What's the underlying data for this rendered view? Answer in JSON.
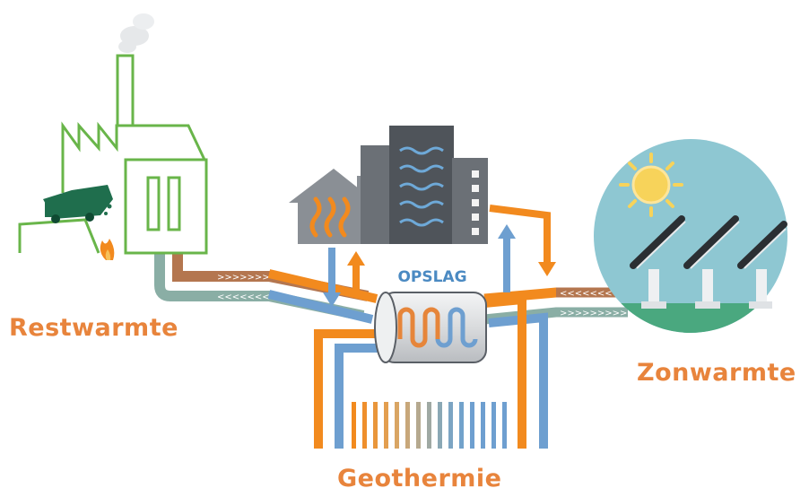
{
  "labels": {
    "restwarmte": "Restwarmte",
    "zonwarmte": "Zonwarmte",
    "geothermie": "Geothermie",
    "opslag": "OPSLAG"
  },
  "colors": {
    "label_orange": "#e8843c",
    "pipe_orange": "#f28a1e",
    "pipe_blue": "#6e9fd0",
    "pipe_brown": "#b4764f",
    "pipe_green": "#8aaea5",
    "plant_green": "#69b54a",
    "building_grey": "#5a5f66",
    "house_grey": "#8a8f95",
    "sun_circle": "#8ec7d2",
    "sun_yellow": "#f7d35a",
    "grass": "#4aa87f",
    "truck_green": "#1f6e4d",
    "opslag_text": "#4b8ac2"
  },
  "icons": [
    "factory-icon",
    "garbage-truck-icon",
    "flame-icon",
    "house-icon",
    "heat-waves-icon",
    "building-icon",
    "storage-tank-icon",
    "sun-icon",
    "solar-panel-icon"
  ]
}
